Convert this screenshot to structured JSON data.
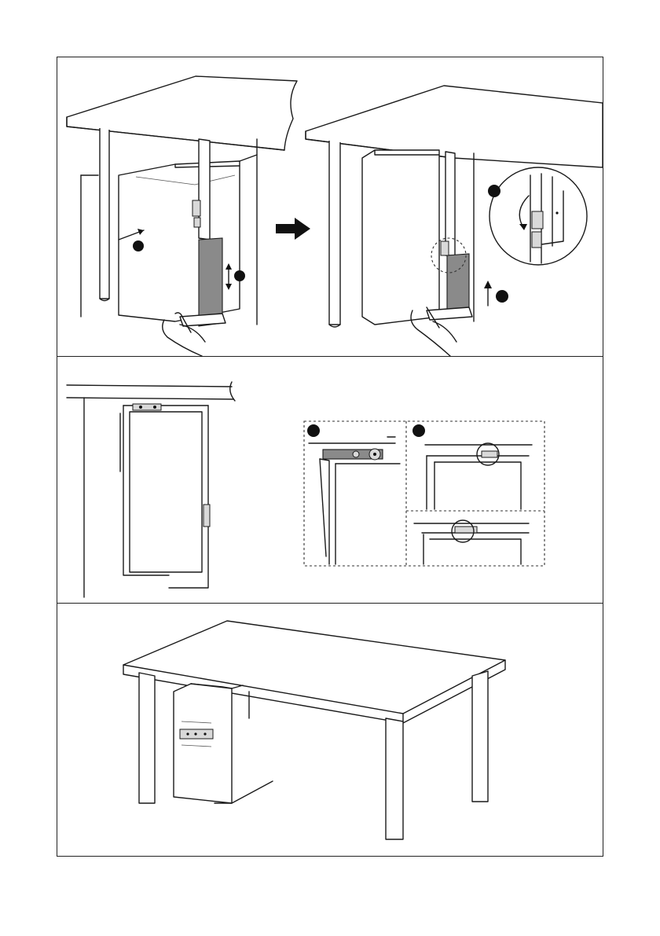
{
  "document": {
    "figures": [
      {
        "id": "step-1-2",
        "callouts": [
          "",
          "",
          "",
          ""
        ]
      },
      {
        "id": "step-3",
        "callouts": [
          "",
          ""
        ]
      },
      {
        "id": "step-4",
        "callouts": []
      }
    ]
  }
}
